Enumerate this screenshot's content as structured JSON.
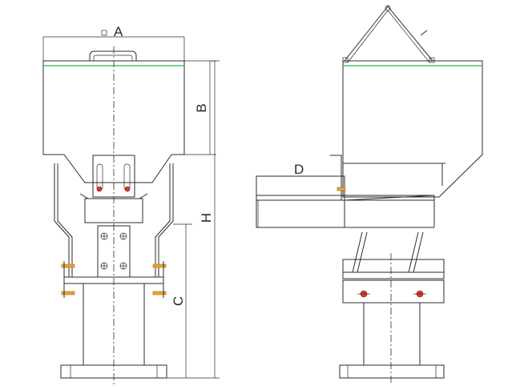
{
  "dimensions": {
    "A": "A",
    "B": "B",
    "C": "C",
    "D": "D",
    "H": "H"
  },
  "colors": {
    "line": "#2b2b2b",
    "level_line": "#2db34a",
    "bolt": "#e8a33a",
    "screw": "#d23a2c"
  }
}
